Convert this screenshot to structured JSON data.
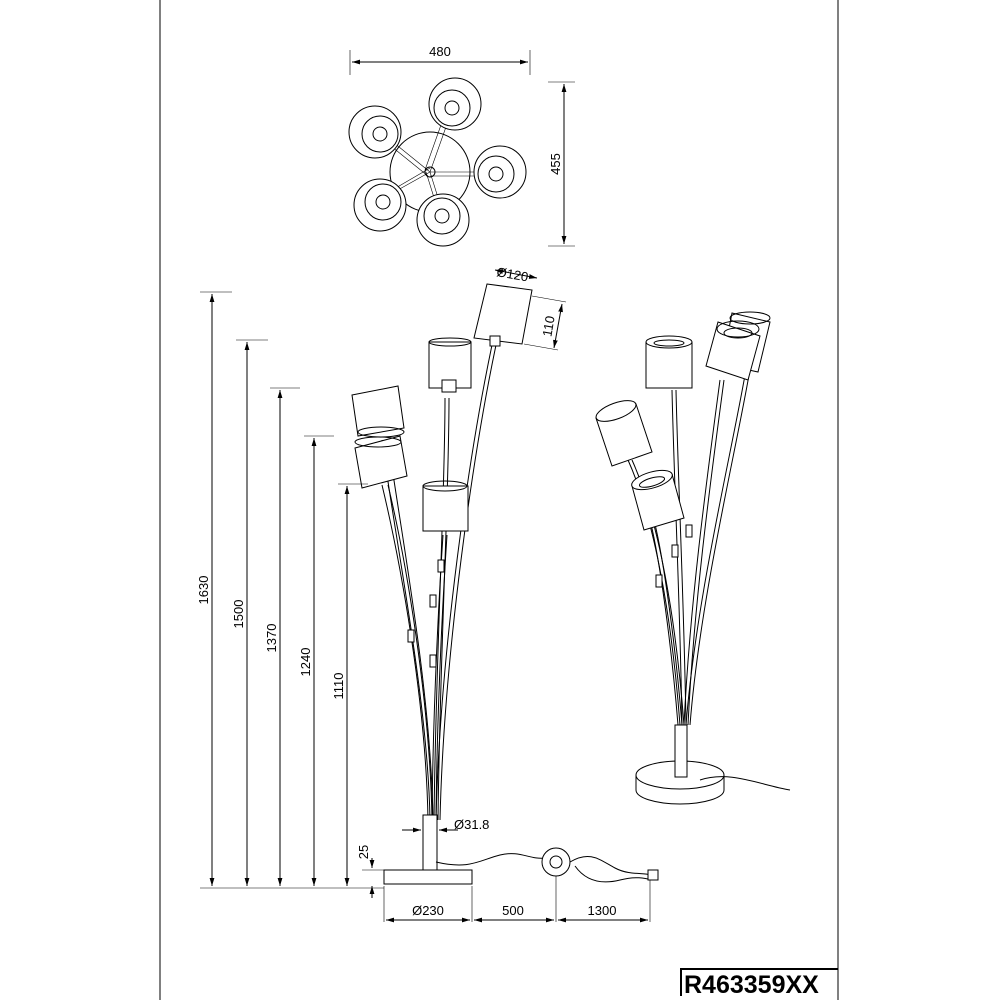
{
  "top_view": {
    "width_label": "480",
    "depth_label": "455"
  },
  "shade": {
    "diameter_label": "Ø120",
    "height_label": "110"
  },
  "heights": [
    "1630",
    "1500",
    "1370",
    "1240",
    "1110"
  ],
  "stem": {
    "diameter_label": "Ø31.8"
  },
  "base": {
    "thickness_label": "25",
    "diameter_label": "Ø230"
  },
  "cable": {
    "segment_1_label": "500",
    "segment_2_label": "1300"
  },
  "model": {
    "code": "R463359XX"
  }
}
